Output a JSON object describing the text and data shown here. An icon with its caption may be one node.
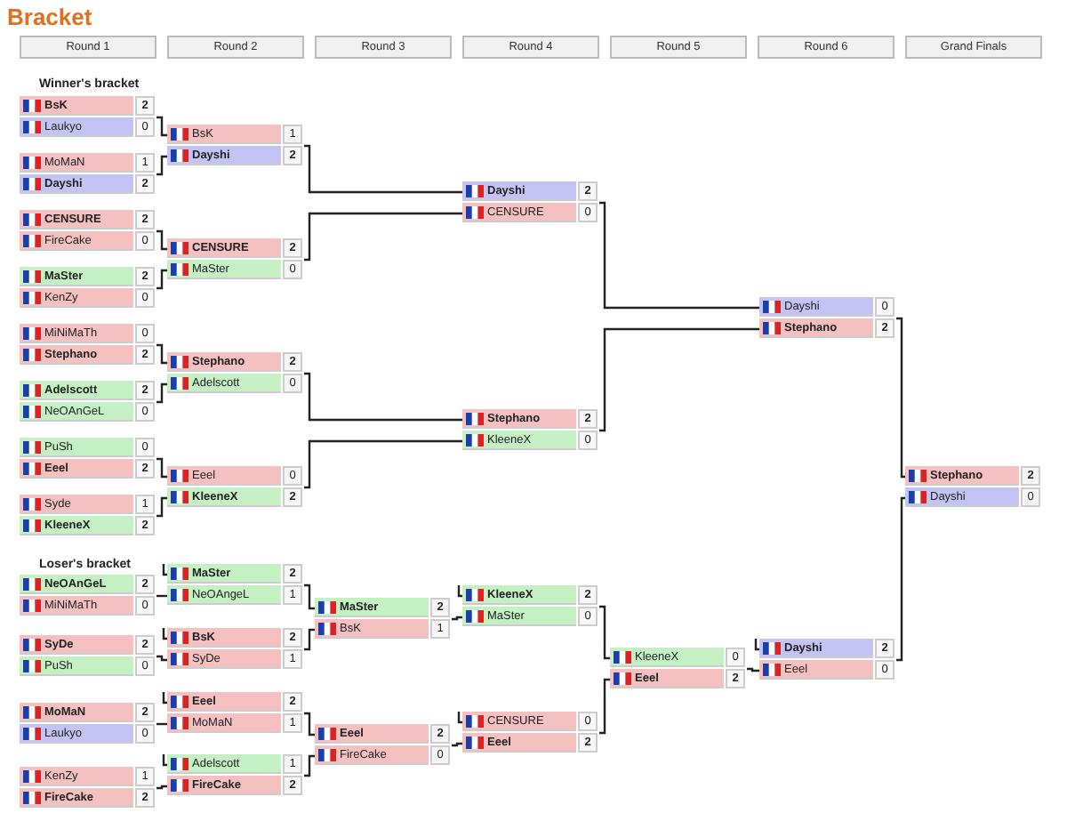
{
  "diagram": {
    "title": "Bracket",
    "nodes": [
      {
        "text": [
          "BsK",
          "2",
          "Laukyo",
          "0"
        ]
      },
      {
        "text": [
          "MoMaN",
          "1",
          "Dayshi",
          "2"
        ]
      },
      {
        "text": [
          "CENSURE",
          "2",
          "FireCake",
          "0"
        ]
      },
      {
        "text": [
          "MaSter",
          "2",
          "KenZy",
          "0"
        ]
      },
      {
        "text": [
          "MiNiMaTh",
          "0",
          "Stephano",
          "2"
        ]
      },
      {
        "text": [
          "Adelscott",
          "2",
          "NeOAnGeL",
          "0"
        ]
      },
      {
        "text": [
          "PuSh",
          "0",
          "Eeel",
          "2"
        ]
      },
      {
        "text": [
          "Syde",
          "1",
          "KleeneX",
          "2"
        ]
      },
      {
        "text": [
          "NeOAnGeL",
          "2",
          "MiNiMaTh",
          "0"
        ]
      },
      {
        "text": [
          "SyDe",
          "2",
          "PuSh",
          "0"
        ]
      },
      {
        "text": [
          "MoMaN",
          "2",
          "Laukyo",
          "0"
        ]
      },
      {
        "text": [
          "KenZy",
          "1",
          "FireCake",
          "2"
        ]
      },
      {
        "text": [
          "BsK",
          "1",
          "Dayshi",
          "2"
        ]
      },
      {
        "text": [
          "CENSURE",
          "2",
          "MaSter",
          "0"
        ]
      },
      {
        "text": [
          "Stephano",
          "2",
          "Adelscott",
          "0"
        ]
      },
      {
        "text": [
          "Eeel",
          "0",
          "KleeneX",
          "2"
        ]
      },
      {
        "text": [
          "MaSter",
          "2",
          "NeOAngeL",
          "1"
        ]
      },
      {
        "text": [
          "BsK",
          "2",
          "SyDe",
          "1"
        ]
      },
      {
        "text": [
          "Eeel",
          "2",
          "MoMaN",
          "1"
        ]
      },
      {
        "text": [
          "Adelscott",
          "1",
          "FireCake",
          "2"
        ]
      },
      {
        "text": [
          "MaSter",
          "2",
          "BsK",
          "1"
        ]
      },
      {
        "text": [
          "Eeel",
          "2",
          "FireCake",
          "0"
        ]
      },
      {
        "text": [
          "Dayshi",
          "2",
          "CENSURE",
          "0"
        ]
      },
      {
        "text": [
          "Stephano",
          "2",
          "KleeneX",
          "0"
        ]
      },
      {
        "text": [
          "KleeneX",
          "2",
          "MaSter",
          "0"
        ]
      },
      {
        "text": [
          "CENSURE",
          "0",
          "Eeel",
          "2"
        ]
      },
      {
        "text": [
          "KleeneX",
          "0",
          "Eeel",
          "2"
        ]
      },
      {
        "text": [
          "Dayshi",
          "0",
          "Stephano",
          "2"
        ]
      },
      {
        "text": [
          "Dayshi",
          "2",
          "Eeel",
          "0"
        ]
      },
      {
        "text": [
          "Stephano",
          "2",
          "Dayshi",
          "0"
        ]
      }
    ],
    "edges": [
      {
        "from": 0,
        "to": 12,
        "arrow": "none"
      },
      {
        "from": 1,
        "to": 12,
        "arrow": "none"
      },
      {
        "from": 2,
        "to": 13,
        "arrow": "none"
      },
      {
        "from": 3,
        "to": 13,
        "arrow": "none"
      },
      {
        "from": 4,
        "to": 14,
        "arrow": "none"
      },
      {
        "from": 5,
        "to": 14,
        "arrow": "none"
      },
      {
        "from": 6,
        "to": 15,
        "arrow": "none"
      },
      {
        "from": 7,
        "to": 15,
        "arrow": "none"
      },
      {
        "from": 12,
        "to": 22,
        "arrow": "none"
      },
      {
        "from": 13,
        "to": 22,
        "arrow": "none"
      },
      {
        "from": 14,
        "to": 23,
        "arrow": "none"
      },
      {
        "from": 15,
        "to": 23,
        "arrow": "none"
      },
      {
        "from": 22,
        "to": 27,
        "arrow": "none"
      },
      {
        "from": 23,
        "to": 27,
        "arrow": "none"
      },
      {
        "from": 8,
        "to": 16,
        "arrow": "none"
      },
      {
        "from": 9,
        "to": 17,
        "arrow": "none"
      },
      {
        "from": 10,
        "to": 18,
        "arrow": "none"
      },
      {
        "from": 11,
        "to": 19,
        "arrow": "none"
      },
      {
        "from": 16,
        "to": 20,
        "arrow": "none"
      },
      {
        "from": 17,
        "to": 20,
        "arrow": "none"
      },
      {
        "from": 18,
        "to": 21,
        "arrow": "none"
      },
      {
        "from": 19,
        "to": 21,
        "arrow": "none"
      },
      {
        "from": 20,
        "to": 24,
        "arrow": "none"
      },
      {
        "from": 21,
        "to": 25,
        "arrow": "none"
      },
      {
        "from": 24,
        "to": 26,
        "arrow": "none"
      },
      {
        "from": 25,
        "to": 26,
        "arrow": "none"
      },
      {
        "from": 26,
        "to": 28,
        "arrow": "none"
      },
      {
        "from": 27,
        "to": 29,
        "arrow": "none"
      },
      {
        "from": 28,
        "to": 29,
        "arrow": "none"
      },
      {
        "from": null,
        "to": 16,
        "arrow": "none"
      },
      {
        "from": null,
        "to": 17,
        "arrow": "none"
      },
      {
        "from": null,
        "to": 18,
        "arrow": "none"
      },
      {
        "from": null,
        "to": 19,
        "arrow": "none"
      },
      {
        "from": null,
        "to": 24,
        "arrow": "none"
      },
      {
        "from": null,
        "to": 25,
        "arrow": "none"
      },
      {
        "from": null,
        "to": 28,
        "arrow": "none"
      }
    ],
    "labels": [
      "Round 1",
      "Round 2",
      "Round 3",
      "Round 4",
      "Round 5",
      "Round 6",
      "Grand Finals",
      "Winner's bracket",
      "Loser's bracket"
    ]
  }
}
